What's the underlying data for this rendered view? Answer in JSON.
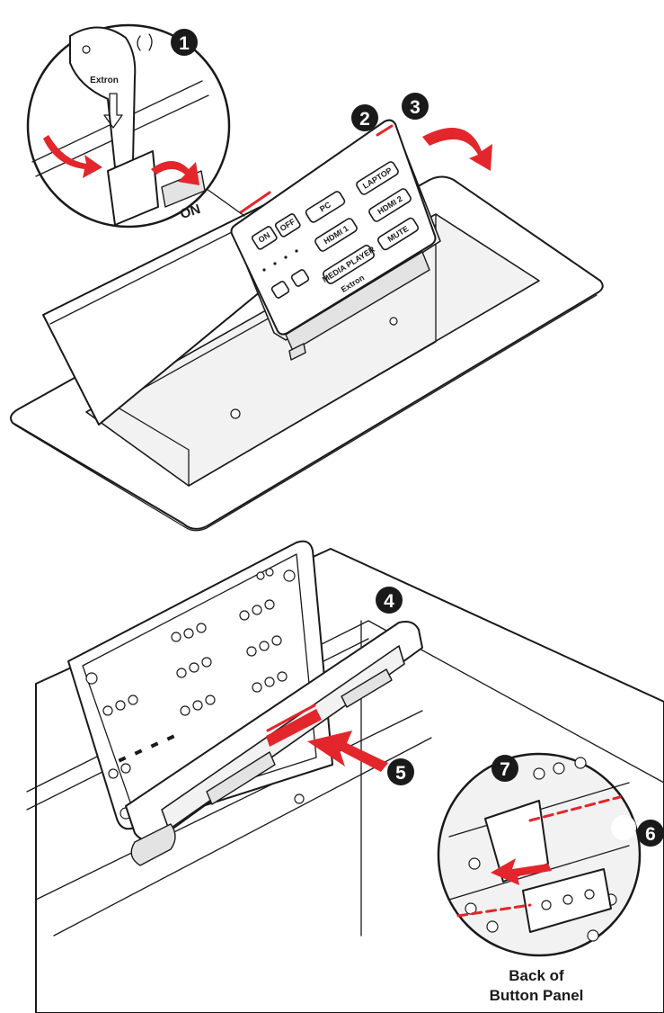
{
  "figure": {
    "top_view": {
      "inset_labels": {
        "switch": "ON",
        "tab_brand": "Extron"
      },
      "panel_brand": "Extron",
      "buttons": [
        {
          "id": "on",
          "label": "ON"
        },
        {
          "id": "off",
          "label": "OFF"
        },
        {
          "id": "pc",
          "label": "PC"
        },
        {
          "id": "laptop",
          "label": "LAPTOP"
        },
        {
          "id": "hdmi1",
          "label": "HDMI 1"
        },
        {
          "id": "hdmi2",
          "label": "HDMI 2"
        },
        {
          "id": "media",
          "label": "MEDIA PLAYER"
        },
        {
          "id": "mute",
          "label": "MUTE"
        }
      ],
      "steps": [
        "1",
        "2",
        "3"
      ]
    },
    "bottom_view": {
      "steps": [
        "4",
        "5",
        "6",
        "7"
      ],
      "caption_line1": "Back of",
      "caption_line2": "Button Panel"
    }
  },
  "colors": {
    "accent": "#e3262b",
    "line": "#1a1a1a",
    "background": "#ffffff"
  }
}
